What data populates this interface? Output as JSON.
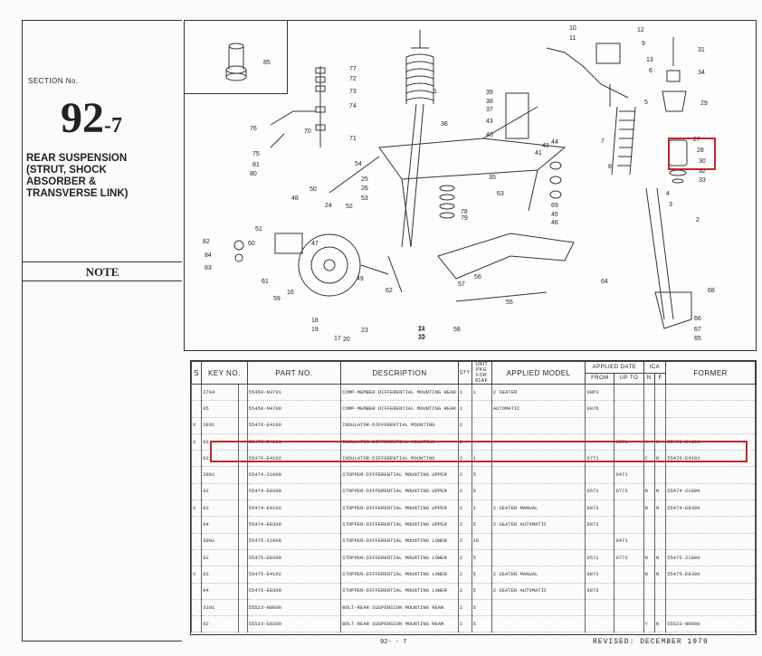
{
  "section": {
    "label": "SECTION No.",
    "number_main": "92",
    "number_sub": "-7",
    "title": "REAR SUSPENSION\n(STRUT, SHOCK\nABSORBER &\nTRANSVERSE LINK)",
    "note_label": "NOTE"
  },
  "diagram": {
    "inset_callout": "85",
    "callouts": [
      "1",
      "2",
      "3",
      "4",
      "5",
      "6",
      "7",
      "8",
      "9",
      "10",
      "11",
      "12",
      "13",
      "14",
      "15",
      "16",
      "17",
      "18",
      "19",
      "20",
      "21",
      "22",
      "23",
      "24",
      "25",
      "26",
      "27",
      "28",
      "29",
      "30",
      "31",
      "32",
      "33",
      "34",
      "35",
      "36",
      "37",
      "38",
      "39",
      "40",
      "41",
      "42",
      "43",
      "44",
      "45",
      "46",
      "47",
      "48",
      "49",
      "50",
      "51",
      "52",
      "53",
      "54",
      "55",
      "56",
      "57",
      "58",
      "59",
      "60",
      "61",
      "62",
      "63",
      "64",
      "65",
      "66",
      "67",
      "68",
      "69",
      "70",
      "71",
      "72",
      "73",
      "74",
      "75",
      "76",
      "77",
      "78",
      "79",
      "80",
      "81",
      "82",
      "83",
      "84"
    ],
    "highlight_callout": "28"
  },
  "table": {
    "headers": {
      "s": "S",
      "key_no": "KEY NO.",
      "part_no": "PART NO.",
      "description": "DESCRIPTION",
      "qty": "QTY",
      "unit_pkg": "UNIT PKG",
      "unit_pkg_sub": "FOR 81AF",
      "applied_model": "APPLIED MODEL",
      "applied_date": "APPLIED DATE",
      "from": "FROM",
      "up_to": "UP TO",
      "ica": "ICA",
      "ica_n": "N",
      "ica_f": "F",
      "former": "FORMER"
    },
    "rows": [
      {
        "s": "",
        "key": "2704",
        "dash": "",
        "part": "55450-N3701",
        "desc": "COMP-MEMBER DIFFERENTIAL MOUNTING REAR",
        "qty": "1",
        "pkg": "1",
        "model": "2 SEATER",
        "from": "08P3",
        "upto": "",
        "n": "",
        "f": "",
        "former": ""
      },
      {
        "s": "",
        "key": "05",
        "dash": "",
        "part": "55450-N4700",
        "desc": "COMP-MEMBER DIFFERENTIAL MOUNTING REAR",
        "qty": "1",
        "pkg": "",
        "model": "AUTOMATIC",
        "from": "0876",
        "upto": "",
        "n": "",
        "f": "",
        "former": ""
      },
      {
        "s": "X",
        "key": "2801",
        "dash": "",
        "part": "55476-E4100",
        "desc": "INSULATOR-DIFFERENTIAL MOUNTING",
        "qty": "2",
        "pkg": "",
        "model": "",
        "from": "",
        "upto": "",
        "n": "",
        "f": "",
        "former": ""
      },
      {
        "s": "X",
        "key": "03",
        "dash": "",
        "part": "55476-E4101",
        "desc": "INSULATOR-DIFFERENTIAL MOUNTING",
        "qty": "2",
        "pkg": "",
        "model": "",
        "from": "",
        "upto": "0871",
        "n": "Y",
        "f": "N",
        "former": "55476-E4100"
      },
      {
        "s": "",
        "key": "03",
        "dash": "",
        "part": "55476-E4102",
        "desc": "INSULATOR-DIFFERENTIAL MOUNTING",
        "qty": "2",
        "pkg": "1",
        "model": "",
        "from": "0771",
        "upto": "",
        "n": "C",
        "f": "N",
        "former": "55476-E4101"
      },
      {
        "s": "",
        "key": "2901",
        "dash": "",
        "part": "55474-21000",
        "desc": "STOPPER-DIFFERENTIAL MOUNTING UPPER",
        "qty": "2",
        "pkg": "5",
        "model": "",
        "from": "",
        "upto": "0471",
        "n": "",
        "f": "",
        "former": ""
      },
      {
        "s": "",
        "key": "02",
        "dash": "",
        "part": "55474-E8300",
        "desc": "STOPPER-DIFFERENTIAL MOUNTING UPPER",
        "qty": "2",
        "pkg": "5",
        "model": "",
        "from": "0571",
        "upto": "0773",
        "n": "N",
        "f": "N",
        "former": "55474-21000"
      },
      {
        "s": "X",
        "key": "03",
        "dash": "",
        "part": "55474-E4102",
        "desc": "STOPPER-DIFFERENTIAL MOUNTING UPPER",
        "qty": "2",
        "pkg": "1",
        "model": "2 SEATER MANUAL",
        "from": "0873",
        "upto": "",
        "n": "N",
        "f": "N",
        "former": "55474-E8300"
      },
      {
        "s": "",
        "key": "04",
        "dash": "",
        "part": "55474-E8300",
        "desc": "STOPPER-DIFFERENTIAL MOUNTING UPPER",
        "qty": "2",
        "pkg": "5",
        "model": "2 SEATER AUTOMATIC",
        "from": "0873",
        "upto": "",
        "n": "",
        "f": "",
        "former": ""
      },
      {
        "s": "",
        "key": "3001",
        "dash": "",
        "part": "55475-21000",
        "desc": "STOPPER-DIFFERENTIAL MOUNTING LOWER",
        "qty": "2",
        "pkg": "10",
        "model": "",
        "from": "",
        "upto": "0471",
        "n": "",
        "f": "",
        "former": ""
      },
      {
        "s": "",
        "key": "02",
        "dash": "",
        "part": "55475-E8300",
        "desc": "STOPPER-DIFFERENTIAL MOUNTING LOWER",
        "qty": "2",
        "pkg": "5",
        "model": "",
        "from": "0571",
        "upto": "0773",
        "n": "N",
        "f": "N",
        "former": "55475-21000"
      },
      {
        "s": "X",
        "key": "03",
        "dash": "",
        "part": "55475-E4102",
        "desc": "STOPPER-DIFFERENTIAL MOUNTING LOWER",
        "qty": "2",
        "pkg": "5",
        "model": "2 SEATER MANUAL",
        "from": "0873",
        "upto": "",
        "n": "N",
        "f": "N",
        "former": "55475-E8300"
      },
      {
        "s": "",
        "key": "04",
        "dash": "",
        "part": "55475-E8300",
        "desc": "STOPPER-DIFFERENTIAL MOUNTING LOWER",
        "qty": "2",
        "pkg": "5",
        "model": "2 SEATER AUTOMATIC",
        "from": "0873",
        "upto": "",
        "n": "",
        "f": "",
        "former": ""
      },
      {
        "s": "",
        "key": "3101",
        "dash": "",
        "part": "55523-N0800",
        "desc": "BOLT-REAR SUSPENSION MOUNTING REAR",
        "qty": "2",
        "pkg": "5",
        "model": "",
        "from": "",
        "upto": "",
        "n": "",
        "f": "",
        "former": ""
      },
      {
        "s": "",
        "key": "02",
        "dash": "",
        "part": "55523-E8300",
        "desc": "BOLT-REAR SUSPENSION MOUNTING REAR",
        "qty": "2",
        "pkg": "5",
        "model": "",
        "from": "",
        "upto": "",
        "n": "Y",
        "f": "N",
        "former": "55523-N0800"
      }
    ]
  },
  "footer": {
    "page": "92- - 7",
    "revised": "REVISED:   DECEMBER   1979"
  },
  "colors": {
    "highlight": "#c0262b",
    "ink": "#222222",
    "paper": "#fbfbf9"
  }
}
